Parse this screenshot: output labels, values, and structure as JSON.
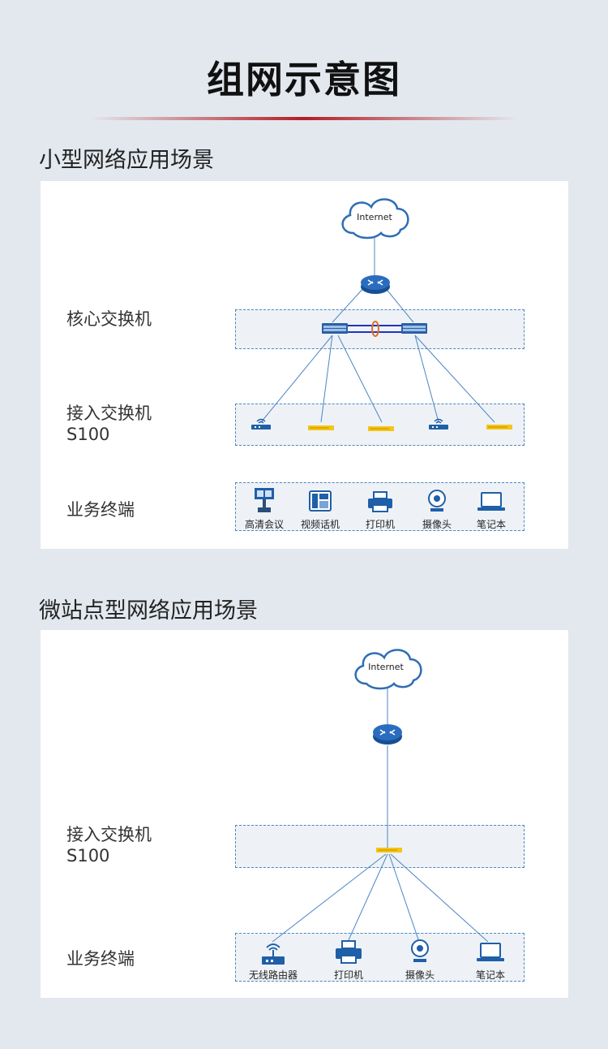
{
  "page_title": "组网示意图",
  "colors": {
    "accent_red": "#b41e23",
    "link_blue": "#4a86c5",
    "zone_bg": "#eef2f6",
    "switch_yellow": "#f5c518",
    "router_blue": "#1f5fa8"
  },
  "small": {
    "title": "小型网络应用场景",
    "internet": "Internet",
    "core_label": "核心交换机",
    "access_label_1": "接入交换机",
    "access_label_2": "S100",
    "terminal_label": "业务终端",
    "devices": [
      "高清会议",
      "视频话机",
      "打印机",
      "摄像头",
      "笔记本"
    ]
  },
  "micro": {
    "title": "微站点型网络应用场景",
    "internet": "Internet",
    "access_label_1": "接入交换机",
    "access_label_2": "S100",
    "terminal_label": "业务终端",
    "devices": [
      "无线路由器",
      "打印机",
      "摄像头",
      "笔记本"
    ]
  }
}
